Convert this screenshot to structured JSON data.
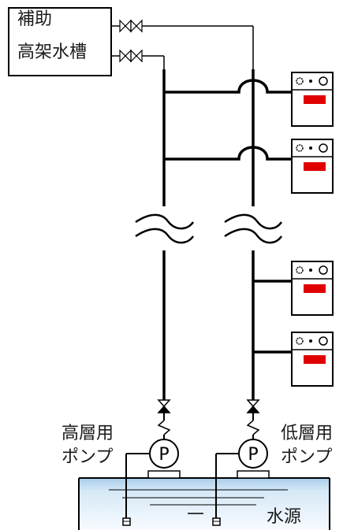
{
  "tank_label_line1": "補助",
  "tank_label_line2": "高架水槽",
  "high_pump_label_line1": "高層用",
  "high_pump_label_line2": "ポンプ",
  "low_pump_label_line1": "低層用",
  "low_pump_label_line2": "ポンプ",
  "pump_symbol": "P",
  "water_source_label": "水源",
  "colors": {
    "line": "#000000",
    "cabinet_indicator": "#e00000",
    "water_top": "#b9d6ee",
    "water_bottom": "#f7fbff"
  },
  "hydrant_cabinets": {
    "high_zone_count": 2,
    "low_zone_count": 2
  }
}
